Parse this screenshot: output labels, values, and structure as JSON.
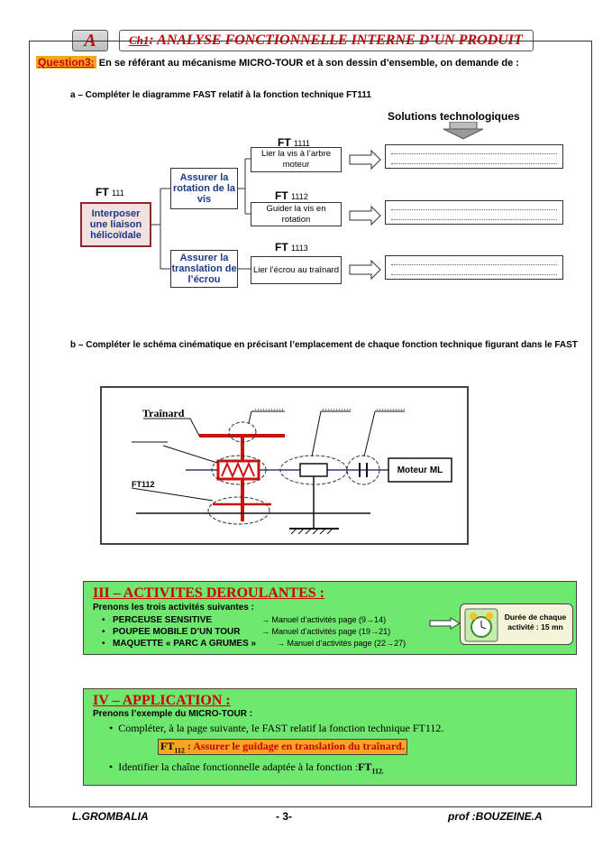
{
  "header": {
    "letter": "A",
    "chapter": "Ch1",
    "title": ": ANALYSE FONCTIONNELLE INTERNE D’UN PRODUIT"
  },
  "question": {
    "label": "Question3:",
    "text": " En se référant au mécanisme MICRO-TOUR et à son dessin d’ensemble, on demande de :"
  },
  "part_a": {
    "text": "a – Compléter le diagramme FAST relatif à la fonction technique FT111"
  },
  "fast": {
    "solutions_title": "Solutions technologiques",
    "root_code": "FT",
    "root_num": "111",
    "root_label": "Interposer une liaison hélicoïdale",
    "f1_label": "Assurer la rotation de la vis",
    "f2_label": "Assurer la translation de l’écrou",
    "sub": [
      {
        "code": "FT",
        "num": "1111",
        "label": "Lier la vis à l’arbre moteur"
      },
      {
        "code": "FT",
        "num": "1112",
        "label": "Guider la vis en rotation"
      },
      {
        "code": "FT",
        "num": "1113",
        "label": "Lier l’écrou au traînard"
      }
    ]
  },
  "part_b": {
    "text": "b – Compléter le schéma cinématique en précisant l’emplacement de chaque fonction technique figurant dans le FAST"
  },
  "kinematic": {
    "trainard": "Traînard",
    "ft112": "FT112",
    "motor": "Moteur ML"
  },
  "activities": {
    "title": "III – ACTIVITES DEROULANTES :",
    "intro": "Prenons les trois activités suivantes :",
    "items": [
      {
        "name": "PERCEUSE SENSITIVE",
        "ref": "→ Manuel d’activités page (9→14)"
      },
      {
        "name": "POUPEE MOBILE D’UN TOUR",
        "ref": "→ Manuel d’activités page (19→21)"
      },
      {
        "name": "MAQUETTE « PARC A GRUMES »",
        "ref": "→ Manuel d’activités page (22→27)"
      }
    ],
    "duration": "Durée de chaque activité : 15 mn"
  },
  "application": {
    "title": "IV – APPLICATION :",
    "intro": "Prenons l’exemple du MICRO-TOUR :",
    "item1": "Compléter, à la page suivante, le FAST relatif la fonction technique FT112.",
    "ft_code": "FT",
    "ft_sub": "112",
    "ft_text": " : Assurer le guidage en translation du traînard.",
    "item2": "Identifier la chaîne fonctionnelle adaptée à la fonction :",
    "item2_code": "FT",
    "item2_sub": "112."
  },
  "footer": {
    "left": "L.GROMBALIA",
    "center": "- 3-",
    "right": "prof :BOUZEINE.A"
  },
  "colors": {
    "red": "#cc0000",
    "green": "#6ee86e",
    "blue": "#1a3a8a",
    "highlight": "#f5a623"
  }
}
